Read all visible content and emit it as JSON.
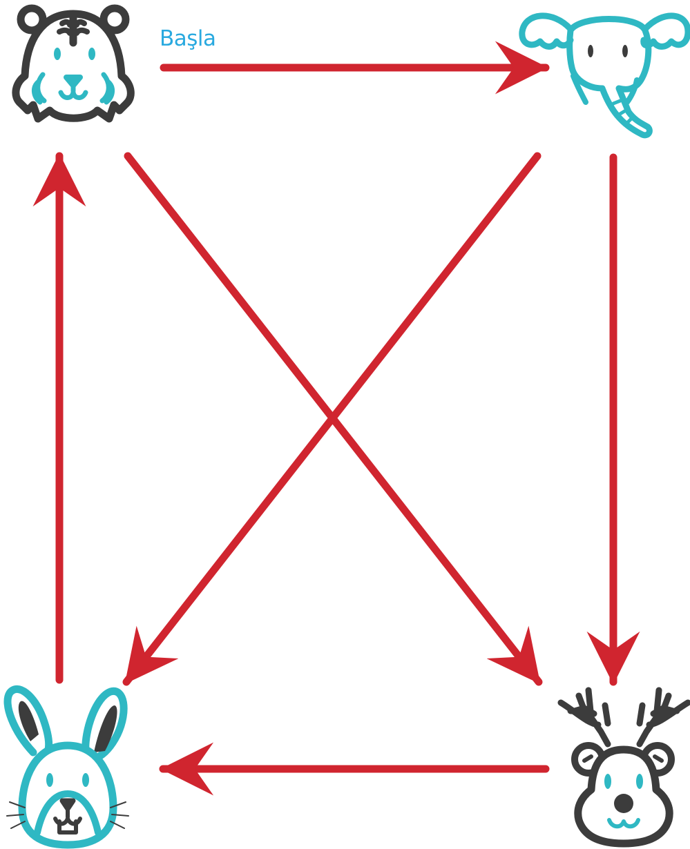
{
  "start_label": "Başla",
  "colors": {
    "arrow": "#d0252f",
    "dark": "#3c3c3c",
    "teal": "#2fb8c3",
    "label": "#29a9df"
  },
  "nodes": [
    {
      "name": "tiger",
      "icon": "tiger-face-icon"
    },
    {
      "name": "elephant",
      "icon": "elephant-face-icon"
    },
    {
      "name": "rabbit",
      "icon": "rabbit-face-icon"
    },
    {
      "name": "deer",
      "icon": "deer-face-icon"
    }
  ],
  "edges": [
    {
      "from": "tiger",
      "to": "elephant"
    },
    {
      "from": "elephant",
      "to": "deer"
    },
    {
      "from": "deer",
      "to": "rabbit"
    },
    {
      "from": "rabbit",
      "to": "tiger"
    },
    {
      "from": "tiger",
      "to": "deer"
    },
    {
      "from": "elephant",
      "to": "rabbit"
    }
  ]
}
